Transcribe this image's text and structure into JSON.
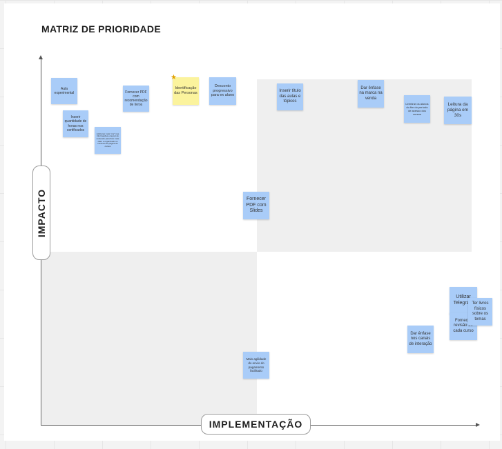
{
  "title": "MATRIZ DE PRIORIDADE",
  "axes": {
    "x_label": "IMPLEMENTAÇÃO",
    "y_label": "IMPACTO"
  },
  "colors": {
    "note_blue": "#a9ccf8",
    "note_yellow": "#fbf39d",
    "quadrant_shade": "#efefef"
  },
  "notes": {
    "aula_experimental": "Aula experimental",
    "inserir_horas": "Inserir quantidade de horas nos certificados",
    "nota_pequena": "Adicionar mais \"cor\" nas informações e layout do conteúdo para ficar mais claro e organizado no contexto da página do cursos",
    "fornecer_pdf_livros": "Fornecer PDF com recomendação de livros",
    "identificacao_personas": "Identificação das Personas",
    "desconto_progressivo": "Desconto progressivo para ex aluno",
    "inserir_titulo": "Inserir título das aulas e tópicos",
    "dar_enfase_marca": "Dar ênfase na marca na venda",
    "lembrar_alunos": "Lembrar os alunos do fim do período de acesso dos cursos",
    "leitura_pagina": "Leitura da página em 30s",
    "fornecer_pdf_slides": "Fornecer PDF com Slides",
    "utilizar_telegram": "Utilizar Telegram",
    "ter_livros": "Ter livros físicos sobre os temas",
    "fornecer_revisao": "Fornecer revisão de cada curso",
    "dar_enfase_canais": "Dar ênfase nos canais de interação",
    "mais_agilidade": "Mais agilidade do envio do pagamento facilitado"
  }
}
